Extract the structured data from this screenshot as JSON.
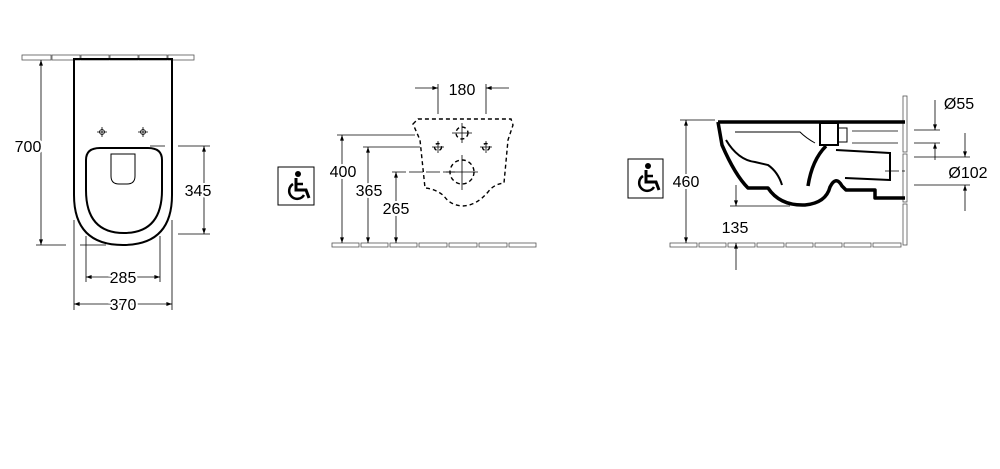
{
  "front_view": {
    "overall_length": "700",
    "seat_depth": "345",
    "seat_width": "285",
    "overall_width": "370"
  },
  "rear_view": {
    "fixing_spacing": "180",
    "height_400": "400",
    "height_365": "365",
    "height_265": "265",
    "accessibility_icon": "wheelchair-icon"
  },
  "side_view": {
    "rim_height": "460",
    "bowl_clearance": "135",
    "inlet_diameter": "Ø55",
    "outlet_diameter": "Ø102",
    "accessibility_icon": "wheelchair-icon"
  }
}
